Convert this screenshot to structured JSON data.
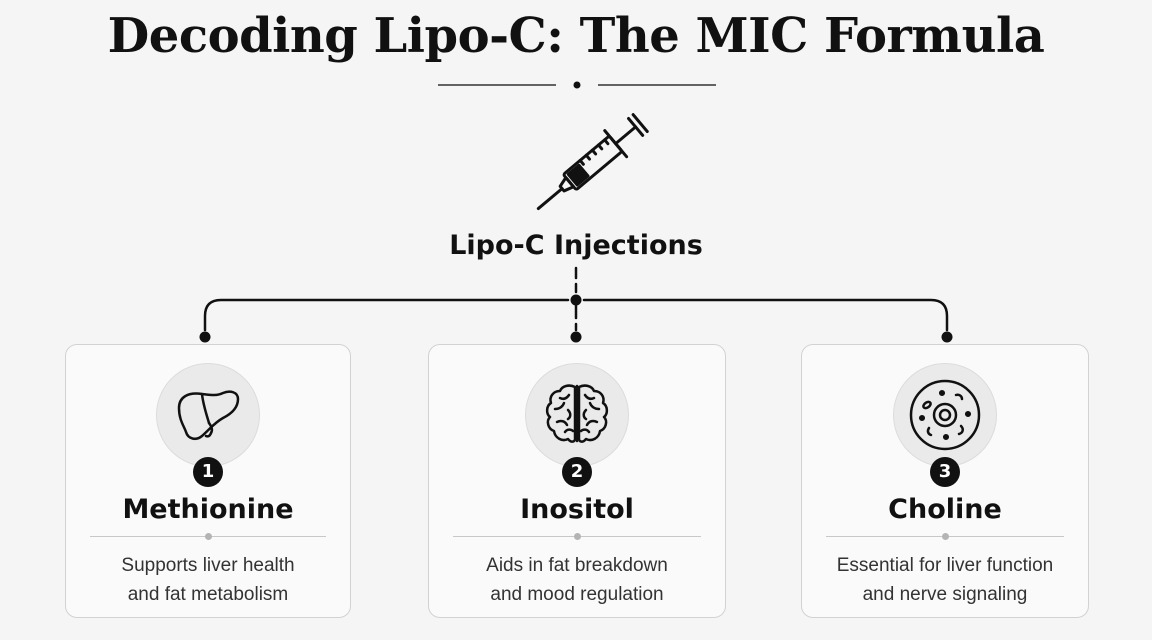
{
  "title": "Decoding Lipo-C: The MIC Formula",
  "root": {
    "label": "Lipo-C Injections",
    "icon": "syringe-icon"
  },
  "components": [
    {
      "number": "1",
      "name": "Methionine",
      "icon": "liver-icon",
      "desc_line1": "Supports liver health",
      "desc_line2": "and fat metabolism"
    },
    {
      "number": "2",
      "name": "Inositol",
      "icon": "brain-icon",
      "desc_line1": "Aids in fat breakdown",
      "desc_line2": "and mood regulation"
    },
    {
      "number": "3",
      "name": "Choline",
      "icon": "cell-icon",
      "desc_line1": "Essential for liver function",
      "desc_line2": "and nerve signaling"
    }
  ],
  "colors": {
    "background": "#f5f5f5",
    "ink": "#111111",
    "card_border": "#d2d2d2",
    "icon_circle": "#eaeaea"
  }
}
